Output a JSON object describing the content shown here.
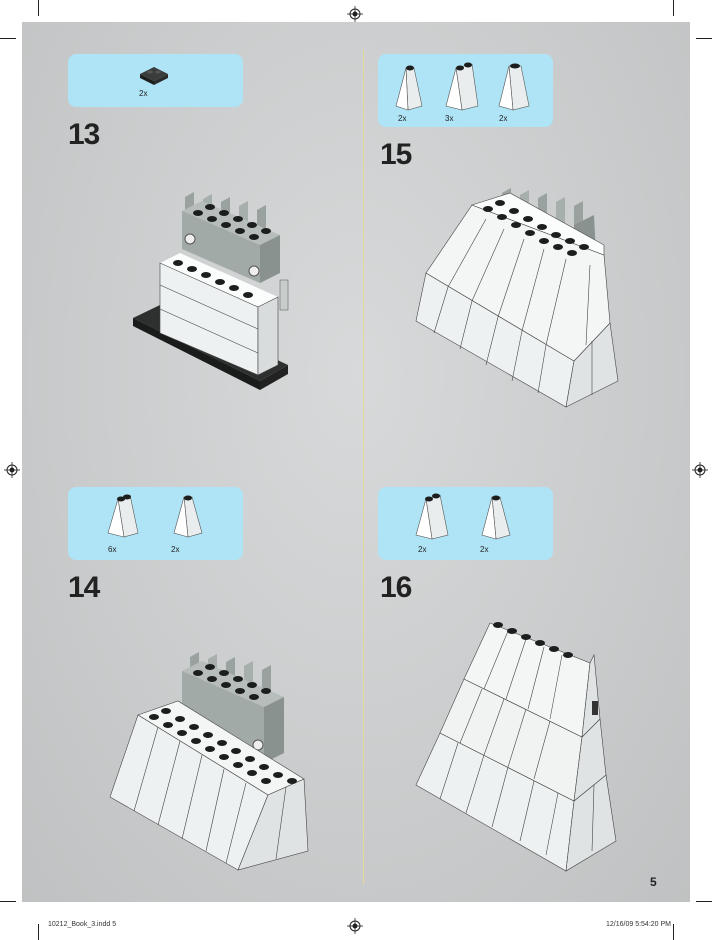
{
  "page": {
    "number": "5"
  },
  "footer": {
    "filename": "10212_Book_3.indd   5",
    "timestamp": "12/16/09   5:54:20 PM"
  },
  "steps": [
    {
      "number": "13",
      "parts": [
        {
          "qty": "2x",
          "icon": "dark-gray-plate-icon"
        }
      ]
    },
    {
      "number": "14",
      "parts": [
        {
          "qty": "6x",
          "icon": "white-slope-brick-icon"
        },
        {
          "qty": "2x",
          "icon": "white-slope-brick-icon"
        }
      ]
    },
    {
      "number": "15",
      "parts": [
        {
          "qty": "2x",
          "icon": "white-slope-brick-icon"
        },
        {
          "qty": "3x",
          "icon": "white-slope-brick-icon"
        },
        {
          "qty": "2x",
          "icon": "white-slope-brick-icon"
        }
      ]
    },
    {
      "number": "16",
      "parts": [
        {
          "qty": "2x",
          "icon": "white-slope-brick-icon"
        },
        {
          "qty": "2x",
          "icon": "white-slope-brick-icon"
        }
      ]
    }
  ],
  "colors": {
    "callout": "#aee4f5",
    "background": "#c9cbcc",
    "white_brick": "#f4f6f6",
    "gray_brick": "#a8b0ad",
    "dark_plate": "#2a2c2c"
  }
}
